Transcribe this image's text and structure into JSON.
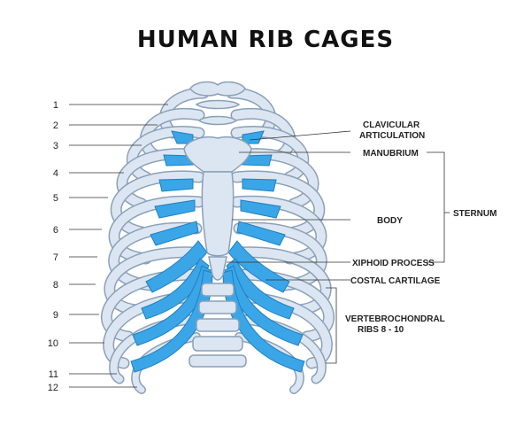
{
  "title": "HUMAN RIB CAGES",
  "rib_numbers": [
    "1",
    "2",
    "3",
    "4",
    "5",
    "6",
    "7",
    "8",
    "9",
    "10",
    "11",
    "12"
  ],
  "labels": {
    "clavicular_line1": "CLAVICULAR",
    "clavicular_line2": "ARTICULATION",
    "manubrium": "MANUBRIUM",
    "body": "BODY",
    "xiphoid": "XIPHOID PROCESS",
    "costal": "COSTAL CARTILAGE",
    "vertebro_line1": "VERTEBROCHONDRAL",
    "vertebro_line2": "RIBS 8 - 10",
    "sternum": "STERNUM"
  },
  "colors": {
    "bone_fill": "#dce6f2",
    "bone_stroke": "#8aa0b8",
    "cartilage": "#3aa6e8",
    "leader": "#333333"
  }
}
